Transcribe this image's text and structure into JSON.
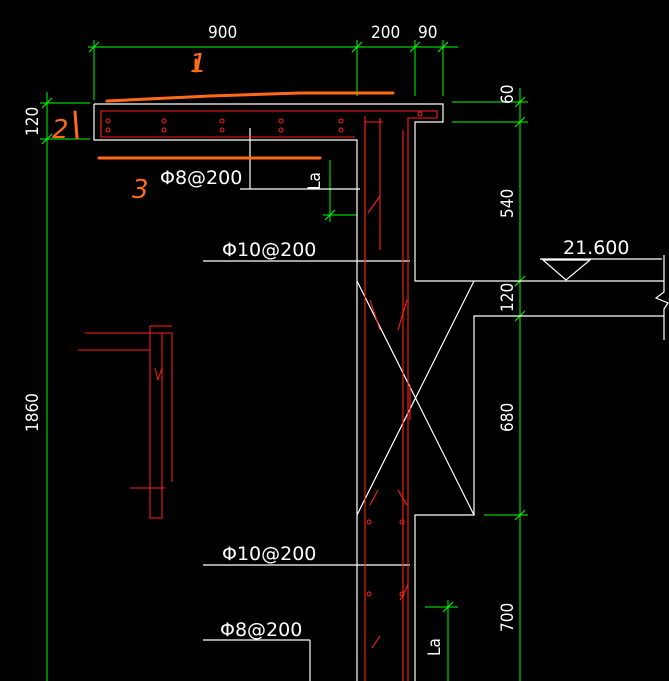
{
  "drawing": {
    "dimensions": {
      "top_900": "900",
      "top_200": "200",
      "top_90": "90",
      "right_60": "60",
      "right_540": "540",
      "right_120": "120",
      "right_680": "680",
      "right_700": "700",
      "left_120": "120",
      "left_1860": "1860"
    },
    "rebar_labels": {
      "phi8_top": "Φ8@200",
      "phi10_upper": "Φ10@200",
      "phi10_lower": "Φ10@200",
      "phi8_bottom": "Φ8@200",
      "la_upper": "La",
      "la_lower": "La"
    },
    "elevation": "21.600",
    "handwritten_notes": {
      "n1": "1",
      "n2": "2",
      "n3": "3"
    },
    "colors": {
      "background": "#000000",
      "outline": "#ffffff",
      "dimension": "#00ff00",
      "rebar": "#ff2020",
      "markup": "#ff6a1a"
    }
  }
}
